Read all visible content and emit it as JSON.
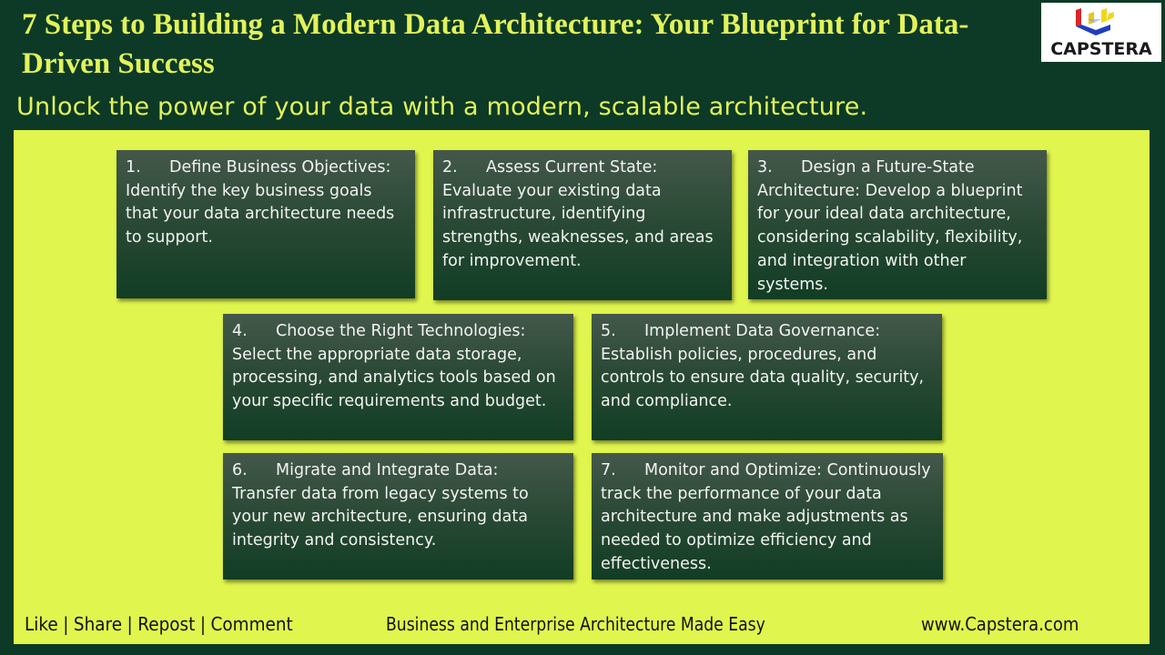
{
  "header": {
    "title": "7 Steps to Building a Modern Data Architecture: Your Blueprint for Data-Driven Success",
    "subtitle": "Unlock the power of your data with a modern, scalable architecture."
  },
  "logo": {
    "text": "CAPSTERA",
    "icon": "capstera-cube-logo-icon"
  },
  "steps": [
    {
      "number": "1.",
      "text": "Define Business Objectives: Identify the key business goals that your data architecture needs to support."
    },
    {
      "number": "2.",
      "text": "Assess Current State: Evaluate your existing data infrastructure, identifying strengths, weaknesses, and areas for improvement."
    },
    {
      "number": "3.",
      "text": "Design a Future-State Architecture: Develop a blueprint for your ideal data architecture, considering scalability, flexibility, and integration with other systems."
    },
    {
      "number": "4.",
      "text": "Choose the Right Technologies: Select the appropriate data storage, processing, and analytics tools based on your specific requirements and budget."
    },
    {
      "number": "5.",
      "text": "Implement Data Governance: Establish policies, procedures, and controls to ensure data quality, security, and compliance."
    },
    {
      "number": "6.",
      "text": "Migrate and Integrate Data: Transfer data from legacy systems to your new architecture, ensuring data integrity and consistency."
    },
    {
      "number": "7.",
      "text": "Monitor and Optimize: Continuously track the performance of your data architecture and make adjustments as needed to optimize efficiency and effectiveness."
    }
  ],
  "footer": {
    "links": [
      "Like",
      "Share",
      "Repost",
      "Comment"
    ],
    "separator": "|",
    "tagline": "Business and Enterprise Architecture Made Easy",
    "website": "www.Capstera.com"
  },
  "colors": {
    "background": "#0c3a26",
    "accent_text": "#e2f25c",
    "panel": "#e0f54d",
    "card_top": "#44584a",
    "card_bottom": "#113d24",
    "card_text": "#f2f2f2"
  }
}
